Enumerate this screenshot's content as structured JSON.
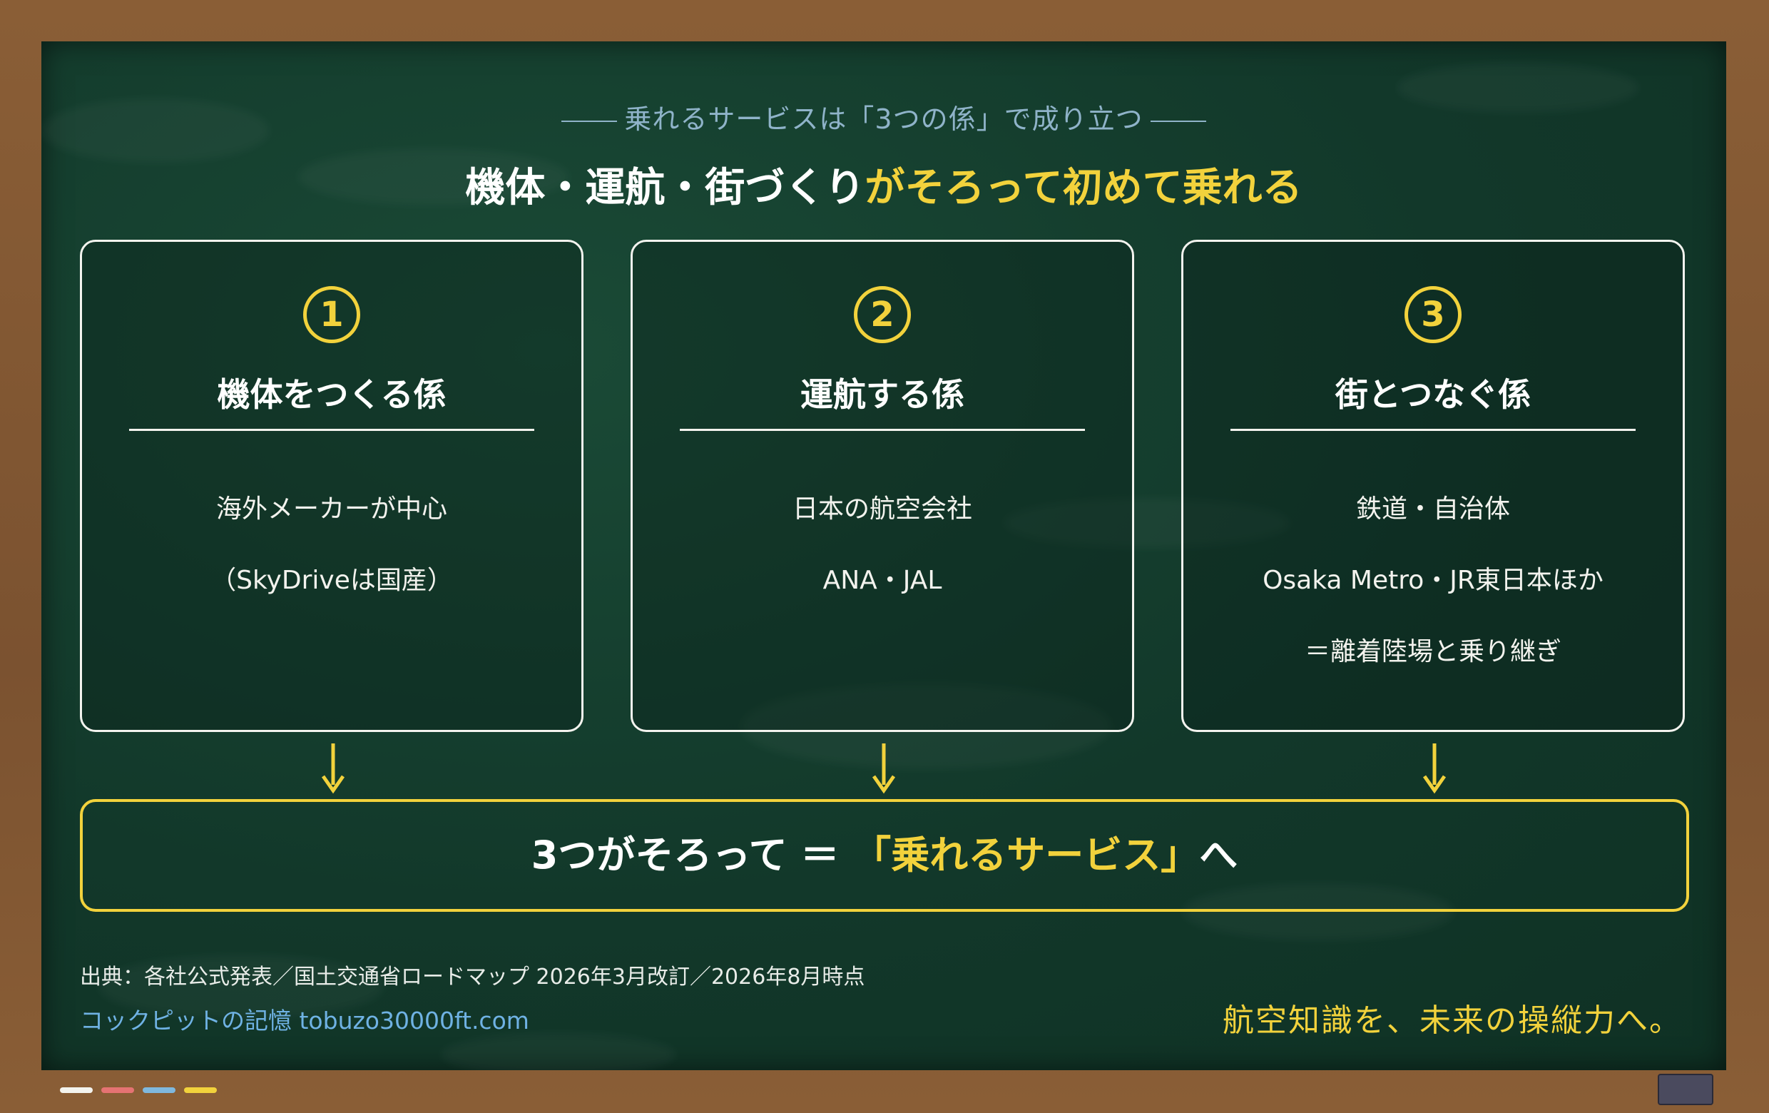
{
  "header": {
    "subtitle": "乗れるサービスは「3つの係」で成り立つ",
    "title_main": "機体・運航・街づくり",
    "title_highlight": "がそろって初めて乗れる"
  },
  "cards": [
    {
      "number": "1",
      "title": "機体をつくる係",
      "lines": [
        "海外メーカーが中心",
        "（SkyDriveは国産）"
      ]
    },
    {
      "number": "2",
      "title": "運航する係",
      "lines": [
        "日本の航空会社",
        "ANA・JAL"
      ]
    },
    {
      "number": "3",
      "title": "街とつなぐ係",
      "lines": [
        "鉄道・自治体",
        "Osaka Metro・JR東日本ほか",
        "＝離着陸場と乗り継ぎ"
      ]
    }
  ],
  "summary": {
    "prefix": "3つがそろって ＝ ",
    "highlight": "「乗れるサービス」",
    "suffix": "へ"
  },
  "footer": {
    "source": "出典：各社公式発表／国土交通省ロードマップ 2026年3月改訂／2026年8月時点",
    "credit": "コックピットの記憶  tobuzo30000ft.com",
    "slogan": "航空知識を、未来の操縦力へ。"
  },
  "colors": {
    "board": "#12382a",
    "frame": "#7b5230",
    "accent": "#f2d23c",
    "link": "#6fb2e4",
    "chalk_white": "#f3f3ee",
    "chalk_red": "#e57373",
    "chalk_blue": "#7fb8de",
    "chalk_yellow": "#f2d23c"
  },
  "icons": {
    "arrow": "arrow-down-icon",
    "eraser": "eraser-icon"
  }
}
